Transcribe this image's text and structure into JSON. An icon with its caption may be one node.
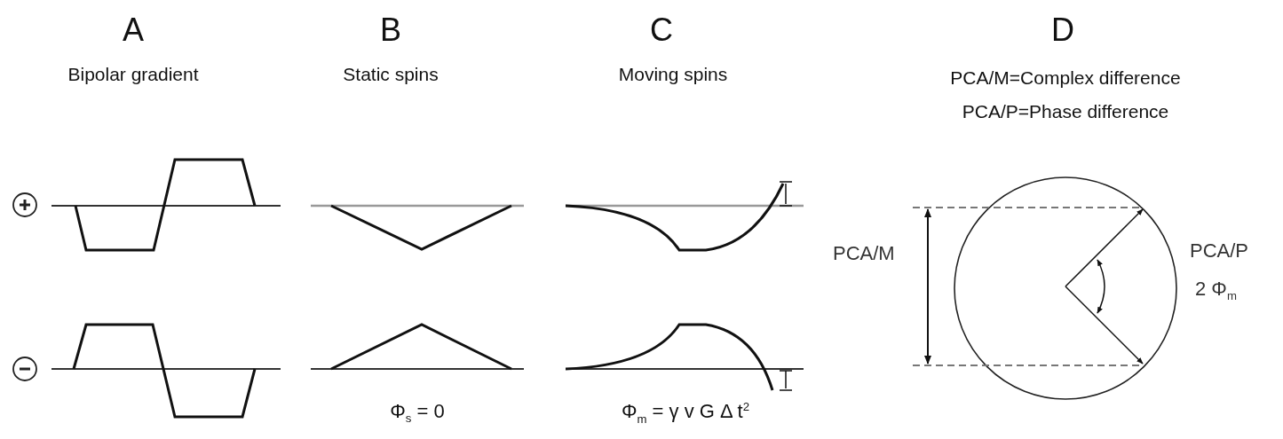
{
  "diagram": {
    "labels": [
      "A",
      "Bipolar gradient",
      "B",
      "Static spins",
      "C",
      "Moving spins",
      "D",
      "PCA/M=Complex difference",
      "PCA/P=Phase difference",
      "PCA/M",
      "PCA/P",
      "2 Φ$_{m}$",
      "Φ$_{s}$ = 0",
      "Φ$_{m}$ = γ v G Δ t$^{2}$"
    ]
  }
}
